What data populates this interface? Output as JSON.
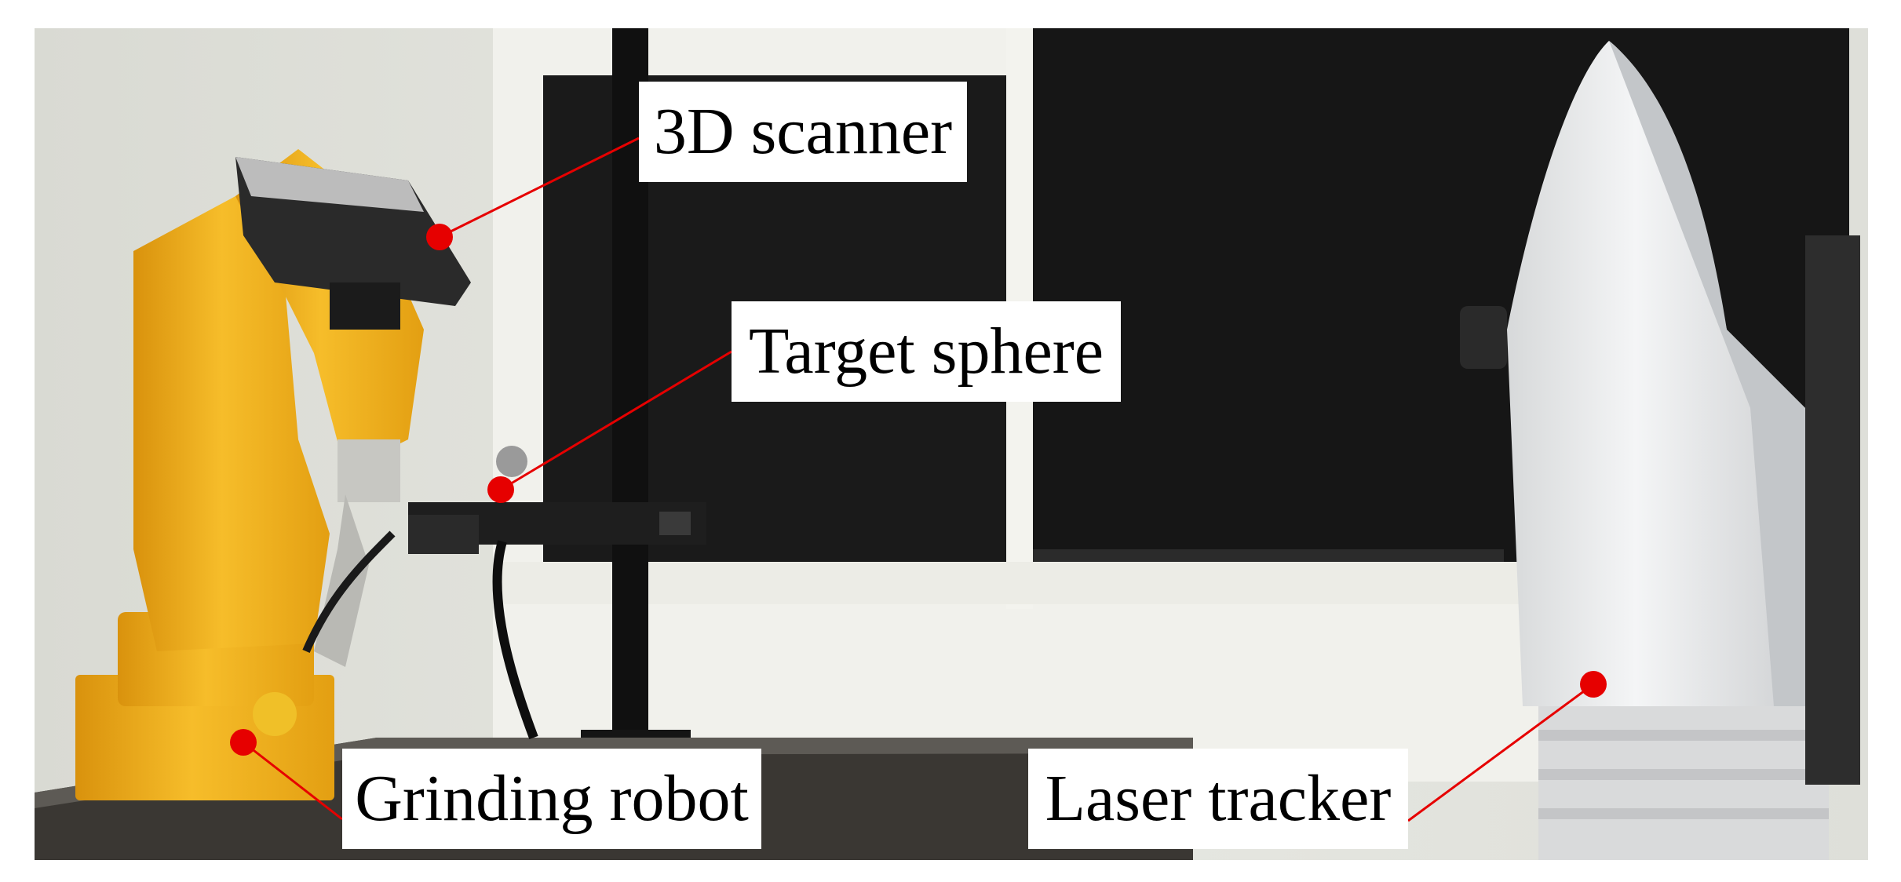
{
  "labels": {
    "scanner": "3D scanner",
    "sphere": "Target sphere",
    "robot": "Grinding robot",
    "tracker": "Laser tracker"
  },
  "colors": {
    "callout": "#e60000",
    "robot_yellow": "#f2b21c",
    "window_dark": "#171717",
    "wall": "#e4e4df",
    "tracker_white": "#ecedee"
  }
}
